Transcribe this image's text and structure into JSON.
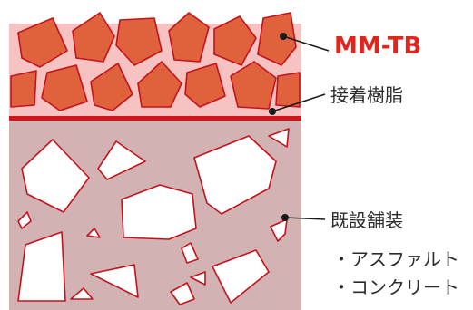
{
  "labels": {
    "top_layer": "MM-TB",
    "adhesive_layer": "接着樹脂",
    "existing_pavement": "既設舗装",
    "sub_items": [
      "・アスファルト",
      "・コンクリート"
    ]
  },
  "colors": {
    "title_red": "#e1241c",
    "aggregate_fill": "#e0623d",
    "aggregate_stroke": "#c3131b",
    "top_layer_bg": "#f6c3c2",
    "adhesive_line": "#d3121b",
    "pavement_bg": "#d3b2b4",
    "stone_fill": "#ffffff",
    "stone_stroke": "#c3131b",
    "leader_line": "#1a1a1a"
  },
  "icons": [
    "aggregate-stone-shape",
    "pavement-stone-shape",
    "leader-dot"
  ]
}
